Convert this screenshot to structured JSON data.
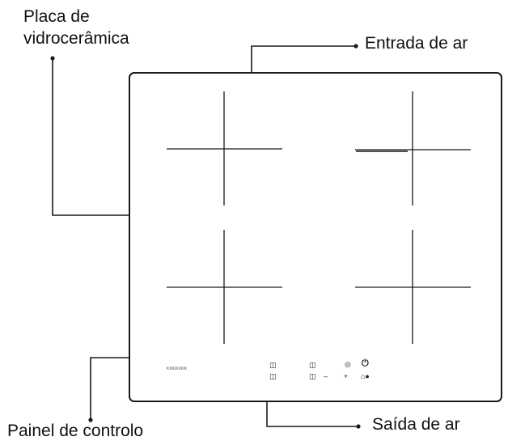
{
  "labels": {
    "glass_plate_line1": "Placa de",
    "glass_plate_line2": "vidrocerâmica",
    "air_inlet": "Entrada de ar",
    "air_outlet": "Saída de ar",
    "control_panel": "Painel de controlo"
  },
  "control_panel": {
    "brand_text": "KKKKKKK",
    "minus_label": "–",
    "plus_label": "+",
    "timer_symbol": "◎",
    "power_symbol": "⏻",
    "lock_symbol": "⌂●"
  },
  "colors": {
    "line": "#1a1a1a",
    "background": "#ffffff"
  }
}
